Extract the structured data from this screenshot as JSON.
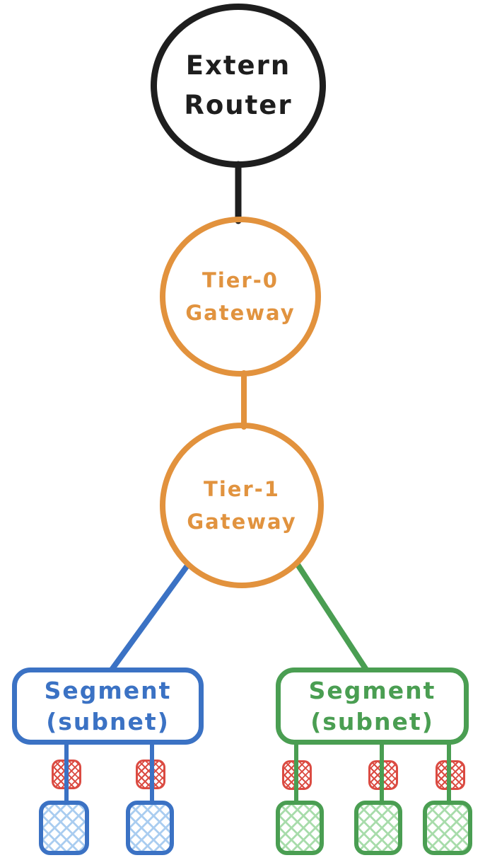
{
  "diagram": {
    "type": "network-topology-sketch",
    "nodes": {
      "extern_router": {
        "line1": "Extern",
        "line2": "Router",
        "shape": "circle",
        "color": "#1e1e1e"
      },
      "tier0_gateway": {
        "line1": "Tier-0",
        "line2": "Gateway",
        "shape": "circle",
        "color": "#e2923d"
      },
      "tier1_gateway": {
        "line1": "Tier-1",
        "line2": "Gateway",
        "shape": "circle",
        "color": "#e2923d"
      },
      "segment_left": {
        "line1": "Segment",
        "line2": "(subnet)",
        "shape": "rounded-rect",
        "color": "#3b72c4",
        "port_count": 2,
        "vm_count": 2
      },
      "segment_right": {
        "line1": "Segment",
        "line2": "(subnet)",
        "shape": "rounded-rect",
        "color": "#4a9e52",
        "port_count": 3,
        "vm_count": 3
      }
    },
    "edges": [
      {
        "from": "extern_router",
        "to": "tier0_gateway",
        "color": "#1e1e1e"
      },
      {
        "from": "tier0_gateway",
        "to": "tier1_gateway",
        "color": "#e2923d"
      },
      {
        "from": "tier1_gateway",
        "to": "segment_left",
        "color": "#3b72c4"
      },
      {
        "from": "tier1_gateway",
        "to": "segment_right",
        "color": "#4a9e52"
      },
      {
        "from": "segment_left",
        "to": "vm-blue-1",
        "via": "port",
        "color": "#3b72c4"
      },
      {
        "from": "segment_left",
        "to": "vm-blue-2",
        "via": "port",
        "color": "#3b72c4"
      },
      {
        "from": "segment_right",
        "to": "vm-green-1",
        "via": "port",
        "color": "#4a9e52"
      },
      {
        "from": "segment_right",
        "to": "vm-green-2",
        "via": "port",
        "color": "#4a9e52"
      },
      {
        "from": "segment_right",
        "to": "vm-green-3",
        "via": "port",
        "color": "#4a9e52"
      }
    ],
    "colors": {
      "router_black": "#1e1e1e",
      "gateway_orange": "#e2923d",
      "segment_blue": "#3b72c4",
      "segment_green": "#4a9e52",
      "port_red": "#db4b42",
      "vm_blue_hatch": "#aacdf0",
      "vm_green_hatch": "#a8dcab",
      "background": "#ffffff"
    }
  }
}
